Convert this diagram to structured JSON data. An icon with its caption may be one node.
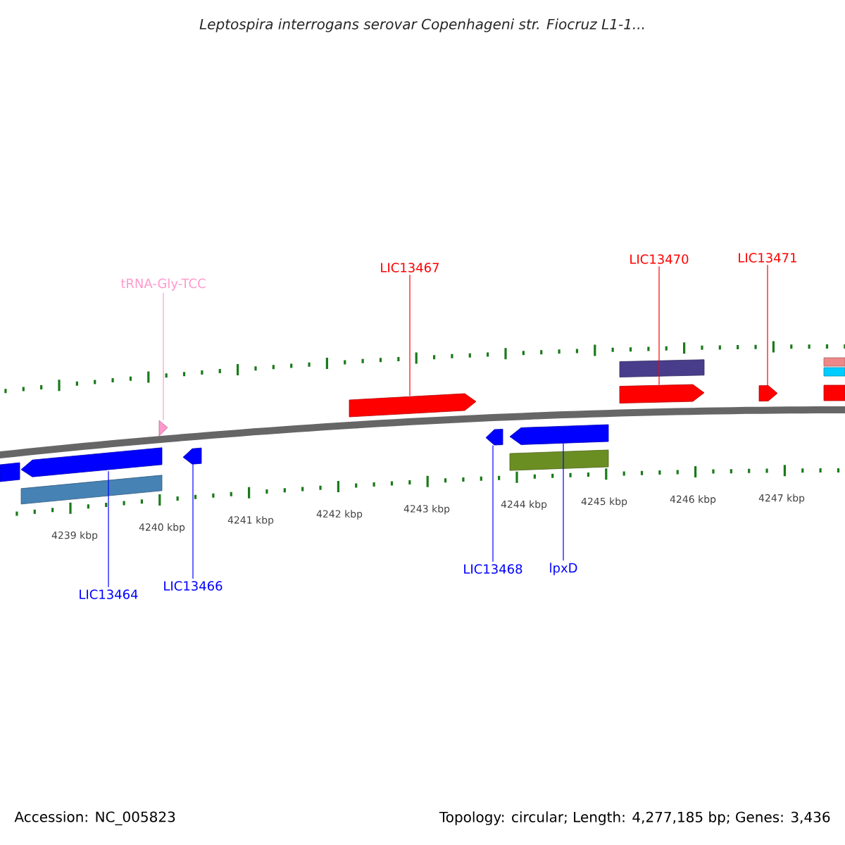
{
  "diagram": {
    "title": "Leptospira interrogans serovar Copenhageni str. Fiocruz L1-1...",
    "nodes": [
      {
        "text": [
          "tRNA-Gly-TCC"
        ]
      },
      {
        "text": [
          "LIC13467"
        ]
      },
      {
        "text": [
          "LIC13470"
        ]
      },
      {
        "text": [
          "LIC13471"
        ]
      },
      {
        "text": [
          "LIC13464"
        ]
      },
      {
        "text": [
          "LIC13466"
        ]
      },
      {
        "text": [
          "LIC13468"
        ]
      },
      {
        "text": [
          "lpxD"
        ]
      },
      {
        "text": [],
        "shape": "triangle"
      },
      {
        "text": [],
        "shape": "arrow"
      },
      {
        "text": [],
        "shape": "bar"
      },
      {
        "text": [],
        "shape": "arrow"
      },
      {
        "text": [],
        "shape": "arrow"
      },
      {
        "text": [],
        "shape": "bar"
      },
      {
        "text": [],
        "shape": "bar"
      },
      {
        "text": [],
        "shape": "bar"
      },
      {
        "text": [],
        "shape": "bar"
      },
      {
        "text": [],
        "shape": "arrow"
      },
      {
        "text": [],
        "shape": "bar"
      },
      {
        "text": [],
        "shape": "arrow"
      },
      {
        "text": [],
        "shape": "arrow"
      },
      {
        "text": [],
        "shape": "arrow"
      },
      {
        "text": [],
        "shape": "bar"
      }
    ],
    "edges": [
      {
        "from": 0,
        "to": 8,
        "arrow": "none",
        "color": "#ff99cc"
      },
      {
        "from": 1,
        "to": 9,
        "arrow": "none",
        "color": "#ff0000"
      },
      {
        "from": 2,
        "to": 11,
        "arrow": "none",
        "color": "#ff0000"
      },
      {
        "from": 3,
        "to": 12,
        "arrow": "none",
        "color": "#ff0000"
      },
      {
        "from": 4,
        "to": 17,
        "arrow": "none"
      },
      {
        "from": 5,
        "to": 19,
        "arrow": "none"
      },
      {
        "from": 6,
        "to": 20,
        "arrow": "none"
      },
      {
        "from": 7,
        "to": 21,
        "arrow": "none"
      }
    ],
    "labels": [
      "4239 kbp",
      "4240 kbp",
      "4241 kbp",
      "4242 kbp",
      "4243 kbp",
      "4244 kbp",
      "4245 kbp",
      "4246 kbp",
      "4247 kbp",
      "Accession: NC_005823",
      "Topology: circular; Length: 4,277,185 bp; Genes: 3,436"
    ]
  }
}
